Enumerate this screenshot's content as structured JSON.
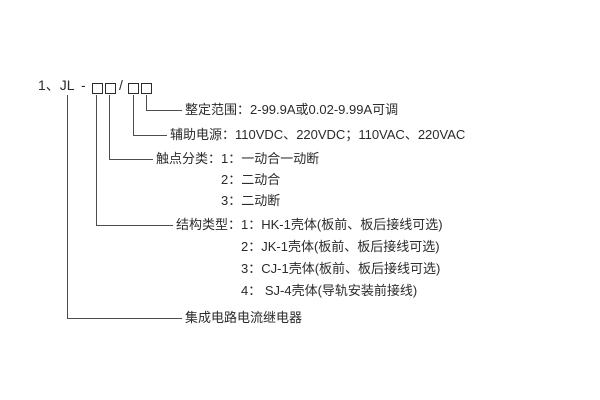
{
  "model": {
    "prefix": "1、JL",
    "dash": "-",
    "slash": "/"
  },
  "labels": {
    "setting_range": {
      "label": "整定范围：",
      "value": "2-99.9A或0.02-9.99A可调"
    },
    "aux_power": {
      "label": "辅助电源：",
      "value": "110VDC、220VDC；110VAC、220VAC"
    },
    "contact_class": {
      "label": "触点分类：",
      "options": [
        "1：一动合一动断",
        "2：二动合",
        "3：二动断"
      ]
    },
    "structure_type": {
      "label": "结构类型：",
      "options": [
        "1：HK-1壳体(板前、板后接线可选)",
        "2：JK-1壳体(板前、板后接线可选)",
        "3：CJ-1壳体(板前、板后接线可选)",
        "4： SJ-4壳体(导轨安装前接线)"
      ]
    },
    "product_name": "集成电路电流继电器"
  }
}
